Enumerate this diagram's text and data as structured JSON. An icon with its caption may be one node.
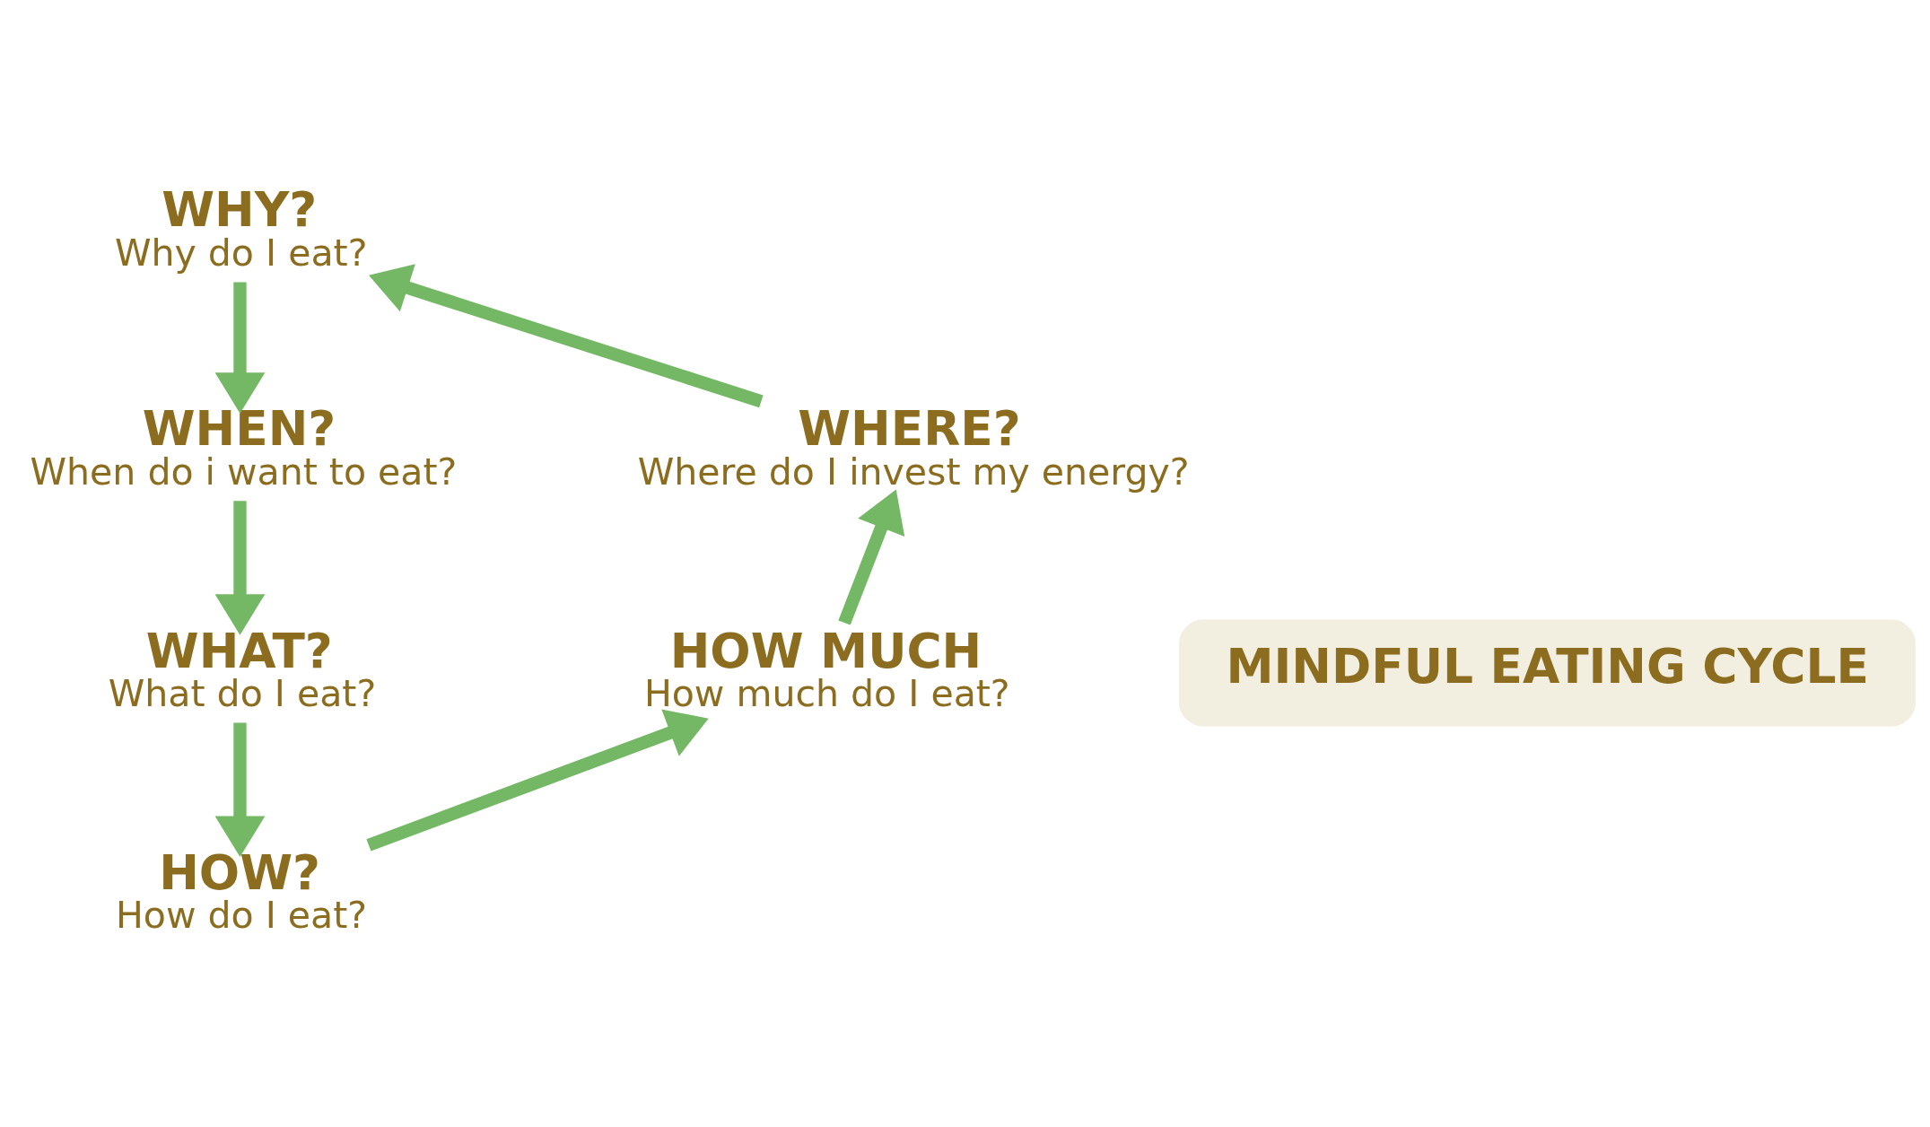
{
  "diagram": {
    "nodes": [
      {
        "text": [
          "WHY?",
          "Why do I eat?"
        ]
      },
      {
        "text": [
          "WHEN?",
          "When do i want to eat?"
        ]
      },
      {
        "text": [
          "WHAT?",
          "What do I eat?"
        ]
      },
      {
        "text": [
          "HOW?",
          "How do I eat?"
        ]
      },
      {
        "text": [
          "HOW MUCH",
          "How much do I eat?"
        ]
      },
      {
        "text": [
          "WHERE?",
          "Where do I invest my energy?"
        ]
      },
      {
        "text": [
          "MINDFUL EATING CYCLE"
        ]
      }
    ],
    "edges": [
      {
        "from": 0,
        "to": 1,
        "arrow": "to"
      },
      {
        "from": 1,
        "to": 2,
        "arrow": "to"
      },
      {
        "from": 2,
        "to": 3,
        "arrow": "to"
      },
      {
        "from": 3,
        "to": 4,
        "arrow": "to"
      },
      {
        "from": 4,
        "to": 5,
        "arrow": "to"
      },
      {
        "from": 5,
        "to": 0,
        "arrow": "to"
      }
    ]
  }
}
